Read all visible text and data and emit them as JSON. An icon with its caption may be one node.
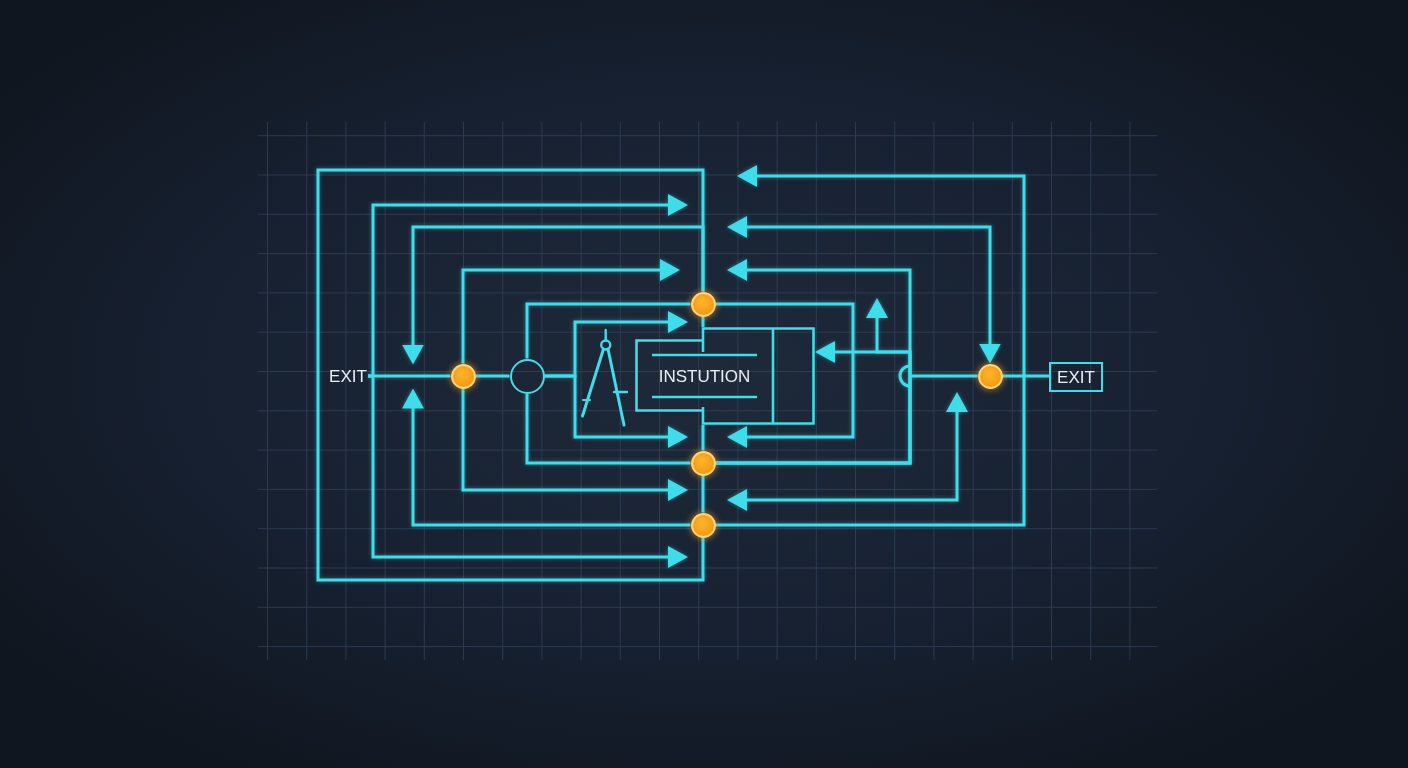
{
  "diagram": {
    "nodes": [
      {
        "text": [
          "EXIT"
        ]
      },
      {
        "text": [],
        "shape": "circle"
      },
      {
        "text": [],
        "shape": "circle"
      },
      {
        "text": [],
        "shape": "circle"
      },
      {
        "text": [
          "INSTUTION"
        ]
      },
      {
        "text": [],
        "shape": "circle"
      },
      {
        "text": [],
        "shape": "circle"
      },
      {
        "text": [],
        "shape": "circle"
      },
      {
        "text": [
          "EXIT"
        ]
      }
    ],
    "edges": [
      {
        "from": 0,
        "to": 1,
        "arrow": "none"
      },
      {
        "from": 1,
        "to": 2,
        "arrow": "none"
      },
      {
        "from": 2,
        "to": 3,
        "arrow": "to"
      },
      {
        "from": 2,
        "to": 5,
        "arrow": "to"
      },
      {
        "from": 0,
        "to": null,
        "arrow": "to"
      },
      {
        "from": 0,
        "to": 6,
        "arrow": "to"
      },
      {
        "from": 1,
        "to": 3,
        "arrow": "to"
      },
      {
        "from": 1,
        "to": 5,
        "arrow": "to"
      },
      {
        "from": 2,
        "to": 3,
        "arrow": "none"
      },
      {
        "from": 2,
        "to": 5,
        "arrow": "none"
      },
      {
        "from": 3,
        "to": 6,
        "arrow": "none"
      },
      {
        "from": 3,
        "to": 0,
        "arrow": "to"
      },
      {
        "from": 6,
        "to": 0,
        "arrow": "to"
      },
      {
        "from": 3,
        "to": 4,
        "arrow": "none"
      },
      {
        "from": 4,
        "to": 5,
        "arrow": "none"
      },
      {
        "from": 5,
        "to": 6,
        "arrow": "none"
      },
      {
        "from": 3,
        "to": 5,
        "arrow": "to"
      },
      {
        "from": 5,
        "to": 3,
        "arrow": "to"
      },
      {
        "from": 5,
        "to": 4,
        "arrow": "to"
      },
      {
        "from": 5,
        "to": null,
        "arrow": "to"
      },
      {
        "from": 7,
        "to": null,
        "arrow": "none"
      },
      {
        "from": 7,
        "to": 8,
        "arrow": "none"
      },
      {
        "from": 6,
        "to": null,
        "arrow": "to"
      },
      {
        "from": null,
        "to": 7,
        "arrow": "both"
      },
      {
        "from": 6,
        "to": 7,
        "arrow": "both"
      }
    ]
  }
}
